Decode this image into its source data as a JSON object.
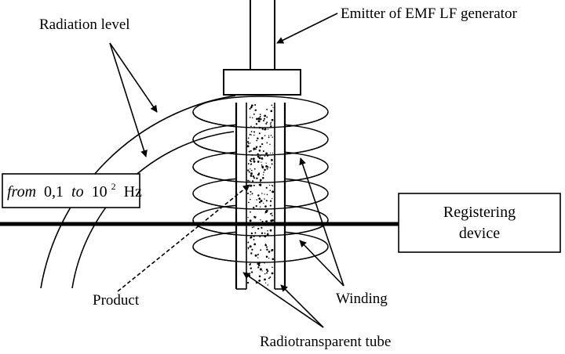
{
  "labels": {
    "radiation_level": "Radiation level",
    "emitter": "Emitter of EMF LF generator",
    "product": "Product",
    "winding": "Winding",
    "tube": "Radiotransparent tube"
  },
  "frequency_box": {
    "from": "from",
    "low": "0,1",
    "to": "to",
    "high_base": "10",
    "high_exp": "2",
    "unit": "Hz"
  },
  "registering_device": {
    "line1": "Registering",
    "line2": "device"
  },
  "colors": {
    "ink": "#000000",
    "background": "#ffffff"
  }
}
